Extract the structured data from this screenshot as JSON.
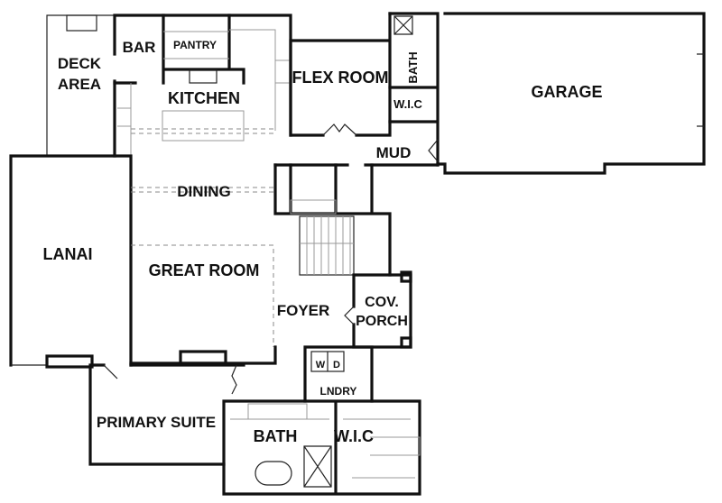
{
  "plan": {
    "rooms": {
      "deck": [
        "DECK",
        "AREA"
      ],
      "bar": "BAR",
      "pantry": "PANTRY",
      "kitchen": "KITCHEN",
      "flex": "FLEX ROOM",
      "bath_upper": "BATH",
      "wic_upper": "W.I.C",
      "garage": "GARAGE",
      "mud": "MUD",
      "dining": "DINING",
      "lanai": "LANAI",
      "great_room": "GREAT ROOM",
      "foyer": "FOYER",
      "porch": [
        "COV.",
        "PORCH"
      ],
      "washer": "W",
      "dryer": "D",
      "laundry": "LNDRY",
      "primary_suite": "PRIMARY SUITE",
      "primary_bath": "BATH",
      "primary_wic": "W.I.C"
    },
    "colors": {
      "wall": "#111111",
      "background": "#ffffff"
    }
  }
}
